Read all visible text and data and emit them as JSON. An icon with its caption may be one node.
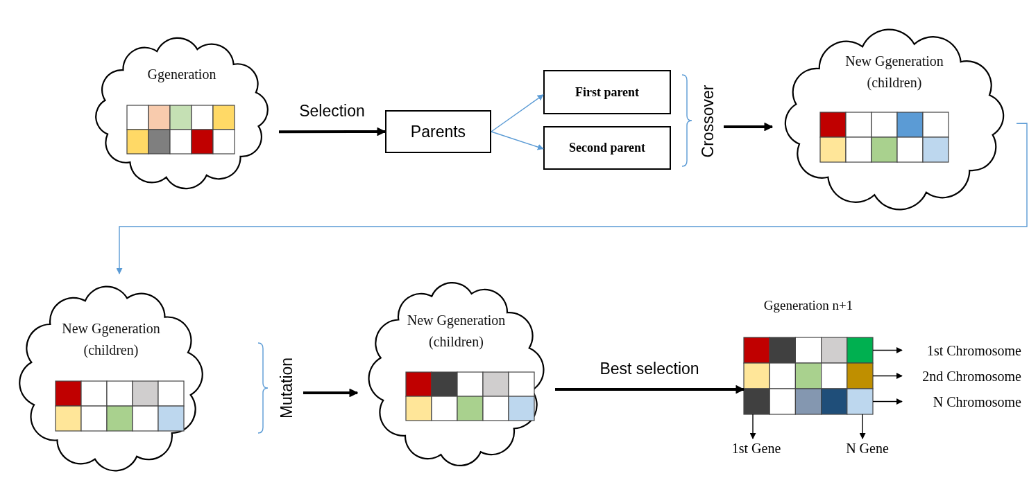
{
  "diagram": {
    "nodes": [
      {
        "text": [
          "Ggeneration"
        ]
      },
      {
        "text": [
          "Parents"
        ]
      },
      {
        "text": [
          "First parent"
        ]
      },
      {
        "text": [
          "Second parent"
        ]
      },
      {
        "text": [
          "New Ggeneration (children)"
        ]
      },
      {
        "text": [
          "New Ggeneration (children)"
        ]
      },
      {
        "text": [
          "New Ggeneration (children)"
        ]
      },
      {
        "text": [
          "Ggeneration n+1"
        ]
      },
      {
        "text": [
          "1st Chromosome"
        ]
      },
      {
        "text": [
          "2nd Chromosome"
        ]
      },
      {
        "text": [
          "N Chromosome"
        ]
      },
      {
        "text": [
          "1st Gene"
        ]
      },
      {
        "text": [
          "N Gene"
        ]
      }
    ],
    "edges": [
      {
        "from": 0,
        "to": 1,
        "arrow": "to",
        "label": "Selection",
        "style": "thick"
      },
      {
        "from": 1,
        "to": 2,
        "arrow": "to",
        "color": "#5b9bd5"
      },
      {
        "from": 1,
        "to": 3,
        "arrow": "to",
        "color": "#5b9bd5"
      },
      {
        "from": null,
        "to": 4,
        "arrow": "to",
        "style": "thick"
      },
      {
        "from": 4,
        "to": 5,
        "arrow": "to",
        "color": "#5b9bd5"
      },
      {
        "from": null,
        "to": 6,
        "arrow": "to",
        "style": "thick"
      },
      {
        "from": 6,
        "to": 7,
        "arrow": "to",
        "label": "Best selection",
        "style": "thick"
      },
      {
        "from": 7,
        "to": 8,
        "arrow": "to"
      },
      {
        "from": 7,
        "to": 9,
        "arrow": "to"
      },
      {
        "from": 7,
        "to": 10,
        "arrow": "to"
      },
      {
        "from": 7,
        "to": 11,
        "arrow": "to"
      },
      {
        "from": 7,
        "to": 12,
        "arrow": "to"
      }
    ],
    "labels": [
      "Crossover",
      "Mutation"
    ]
  }
}
